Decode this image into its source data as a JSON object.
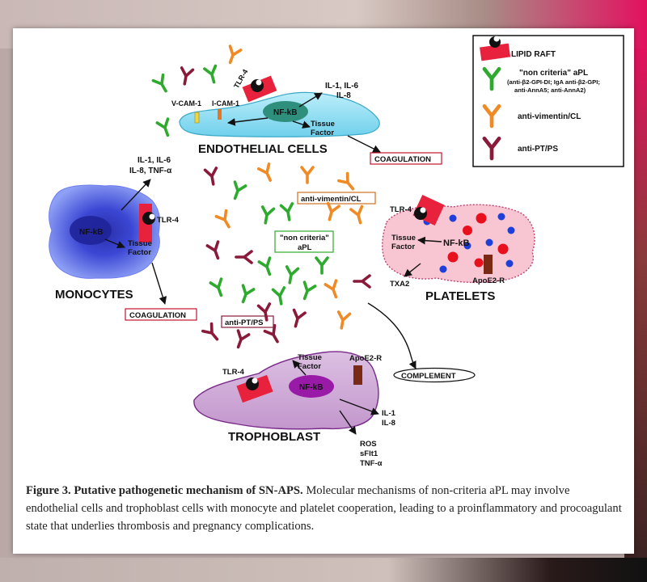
{
  "figure": {
    "number": "Figure 3.",
    "title": "Putative pathogenetic mechanism of SN-APS.",
    "text": "Molecular mechanisms of non-criteria aPL may involve endothelial cells and trophoblast cells with monocyte and platelet cooperation, leading to a proinflammatory and procoagulant state that underlies thrombosis and pregnancy complications."
  },
  "legend": {
    "items": [
      {
        "label": "LIPID RAFT"
      },
      {
        "label": "\"non criteria\" aPL",
        "sub1": "(anti-β2-GPI-DI; IgA anti-β2-GPI;",
        "sub2": "anti-AnnA5; anti-AnnA2)"
      },
      {
        "label": "anti-vimentin/CL"
      },
      {
        "label": "anti-PT/PS"
      }
    ]
  },
  "colors": {
    "green": "#2eaa2e",
    "orange": "#f08a24",
    "maroon": "#8a1a3a",
    "raft": "#e8223c",
    "endothelial": "#7fd6ee",
    "monocyte": "#3f4bd8",
    "platelet": "#f7c6d2",
    "trophoblast": "#cfa2d6"
  },
  "endothelial": {
    "name": "ENDOTHELIAL CELLS",
    "tlr": "TLR-4",
    "nfkb": "NF-kB",
    "cytokines1": "IL-1, IL-6",
    "cytokines2": "IL-8",
    "tf1": "Tissue",
    "tf2": "Factor",
    "vcam": "V-CAM-1",
    "icam": "I-CAM-1",
    "coag": "COAGULATION"
  },
  "monocytes": {
    "name": "MONOCYTES",
    "tlr": "TLR-4",
    "nfkb": "NF-kB",
    "cytokines1": "IL-1, IL-6",
    "cytokines2": "IL-8, TNF-α",
    "tf1": "Tissue",
    "tf2": "Factor",
    "coag": "COAGULATION"
  },
  "platelets": {
    "name": "PLATELETS",
    "tlr": "TLR-4",
    "nfkb": "NF-kB",
    "tf1": "Tissue",
    "tf2": "Factor",
    "txa2": "TXA2",
    "apoe": "ApoE2-R"
  },
  "trophoblast": {
    "name": "TROPHOBLAST",
    "tlr": "TLR-4",
    "nfkb": "NF-kB",
    "tf1": "Tissue",
    "tf2": "Factor",
    "apoe": "ApoE2-R",
    "il1": "IL-1",
    "il8": "IL-8",
    "ros": "ROS",
    "sflt": "sFlt1",
    "tnf": "TNF-α"
  },
  "labels": {
    "antivim": "anti-vimentin/CL",
    "noncrit1": "\"non criteria\"",
    "noncrit2": "aPL",
    "antipt": "anti-PT/PS",
    "complement": "COMPLEMENT"
  }
}
